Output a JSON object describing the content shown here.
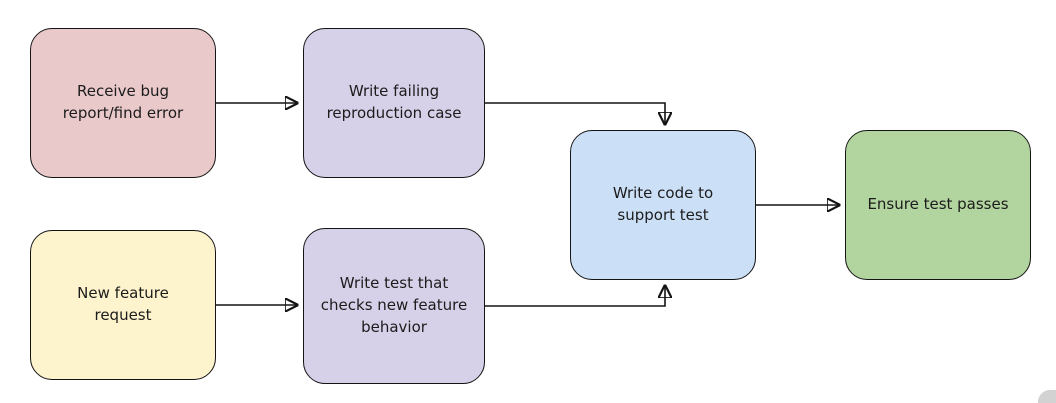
{
  "diagram": {
    "description": "Test-driven development workflow flowchart",
    "nodes": [
      {
        "id": "receive-bug-report",
        "label": "Receive bug report/find error",
        "color": "#e9c9c9"
      },
      {
        "id": "write-failing-repro",
        "label": "Write failing reproduction case",
        "color": "#d6d1e8"
      },
      {
        "id": "new-feature-request",
        "label": "New feature request",
        "color": "#fdf3cd"
      },
      {
        "id": "write-feature-test",
        "label": "Write test that checks new feature behavior",
        "color": "#d6d1e8"
      },
      {
        "id": "write-code-support-test",
        "label": "Write code to support test",
        "color": "#cbdff7"
      },
      {
        "id": "ensure-test-passes",
        "label": "Ensure test passes",
        "color": "#b2d49f"
      }
    ],
    "edges": [
      {
        "from": "receive-bug-report",
        "to": "write-failing-repro"
      },
      {
        "from": "new-feature-request",
        "to": "write-feature-test"
      },
      {
        "from": "write-failing-repro",
        "to": "write-code-support-test"
      },
      {
        "from": "write-feature-test",
        "to": "write-code-support-test"
      },
      {
        "from": "write-code-support-test",
        "to": "ensure-test-passes"
      }
    ],
    "edge_color": "#141414",
    "border_color": "#141414"
  }
}
